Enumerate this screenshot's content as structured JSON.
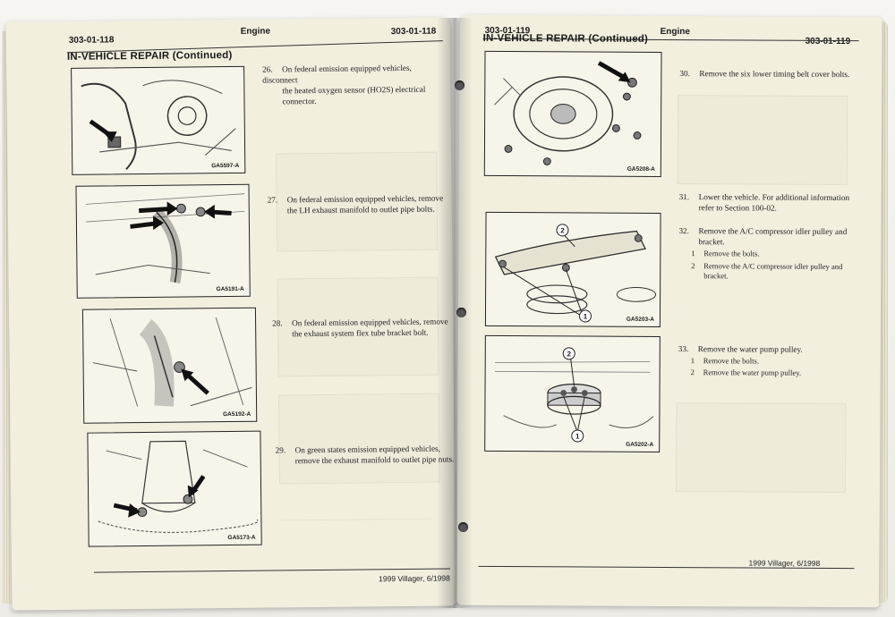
{
  "left_page": {
    "page_number_left": "303-01-118",
    "section": "Engine",
    "page_number_right": "303-01-118",
    "title": "IN-VEHICLE REPAIR (Continued)",
    "figures": [
      {
        "code": "GA5597-A"
      },
      {
        "code": "GA5191-A"
      },
      {
        "code": "GA5192-A"
      },
      {
        "code": "GA5173-A"
      }
    ],
    "steps": [
      {
        "num": "26.",
        "line1": "On federal emission equipped vehicles, disconnect",
        "line2": "the heated oxygen sensor (HO2S) electrical",
        "line3": "connector."
      },
      {
        "num": "27.",
        "line1": "On federal emission equipped vehicles, remove",
        "line2": "the LH exhaust manifold to outlet pipe bolts."
      },
      {
        "num": "28.",
        "line1": "On federal emission equipped vehicles, remove",
        "line2": "the exhaust system flex tube bracket bolt."
      },
      {
        "num": "29.",
        "line1": "On green states emission equipped vehicles,",
        "line2": "remove the exhaust manifold to outlet pipe nuts."
      }
    ],
    "footer": "1999 Villager, 6/1998"
  },
  "right_page": {
    "page_number_left": "303-01-119",
    "section": "Engine",
    "page_number_right": "303-01-119",
    "title": "IN-VEHICLE REPAIR (Continued)",
    "figures": [
      {
        "code": "GA5208-A"
      },
      {
        "code": "GA5203-A",
        "callout1": "1",
        "callout2": "2"
      },
      {
        "code": "GA5202-A",
        "callout1": "1",
        "callout2": "2"
      }
    ],
    "steps": [
      {
        "num": "30.",
        "line1": "Remove the six lower timing belt cover bolts."
      },
      {
        "num": "31.",
        "line1": "Lower the vehicle. For additional information",
        "line2": "refer to Section 100-02."
      },
      {
        "num": "32.",
        "line1": "Remove the A/C compressor idler pulley and",
        "line2": "bracket.",
        "subs": [
          {
            "n": "1",
            "text": "Remove the bolts."
          },
          {
            "n": "2",
            "text": "Remove the A/C compressor idler pulley and",
            "text2": "bracket."
          }
        ]
      },
      {
        "num": "33.",
        "line1": "Remove the water pump pulley.",
        "subs": [
          {
            "n": "1",
            "text": "Remove the bolts."
          },
          {
            "n": "2",
            "text": "Remove the water pump pulley."
          }
        ]
      }
    ],
    "footer": "1999 Villager, 6/1998"
  }
}
